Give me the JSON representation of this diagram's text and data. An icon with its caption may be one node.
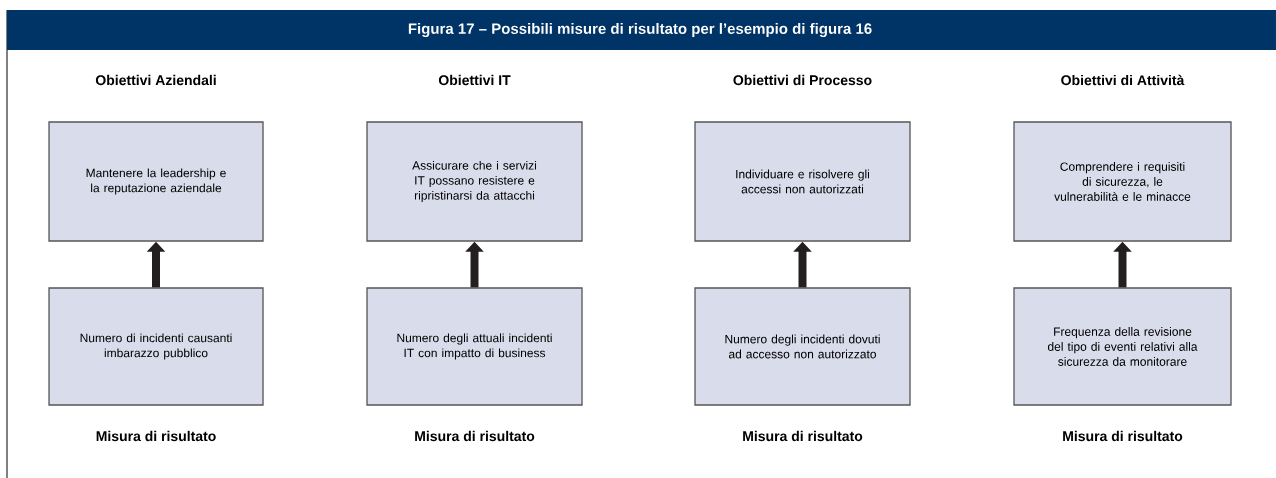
{
  "diagram": {
    "title": "Figura 17 – Possibili misure di risultato per l’esempio di figura 16",
    "nodes": [
      {
        "text": [
          "Obiettivi Aziendali",
          "Mantenere la leadership e la reputazione aziendale"
        ]
      },
      {
        "text": [
          "Numero di incidenti causanti imbarazzo pubblico",
          "Misura di risultato"
        ]
      },
      {
        "text": [
          "Obiettivi IT",
          "Assicurare che i servizi IT possano resistere e ripristinarsi da attacchi"
        ]
      },
      {
        "text": [
          "Numero degli attuali incidenti IT con impatto di business",
          "Misura di risultato"
        ]
      },
      {
        "text": [
          "Obiettivi di Processo",
          "Individuare e risolvere gli accessi non autorizzati"
        ]
      },
      {
        "text": [
          "Numero degli incidenti dovuti ad accesso non autorizzato",
          "Misura di risultato"
        ]
      },
      {
        "text": [
          "Obiettivi di Attività",
          "Comprendere i requisiti di sicurezza, le vulnerabilità e le minacce"
        ]
      },
      {
        "text": [
          "Frequenza della revisione del tipo di eventi relativi alla sicurezza da monitorare",
          "Misura di risultato"
        ]
      }
    ],
    "edges": [
      {
        "from": 1,
        "to": 0,
        "arrow": "to"
      },
      {
        "from": 3,
        "to": 2,
        "arrow": "to"
      },
      {
        "from": 5,
        "to": 4,
        "arrow": "to"
      },
      {
        "from": 7,
        "to": 6,
        "arrow": "to"
      }
    ]
  }
}
